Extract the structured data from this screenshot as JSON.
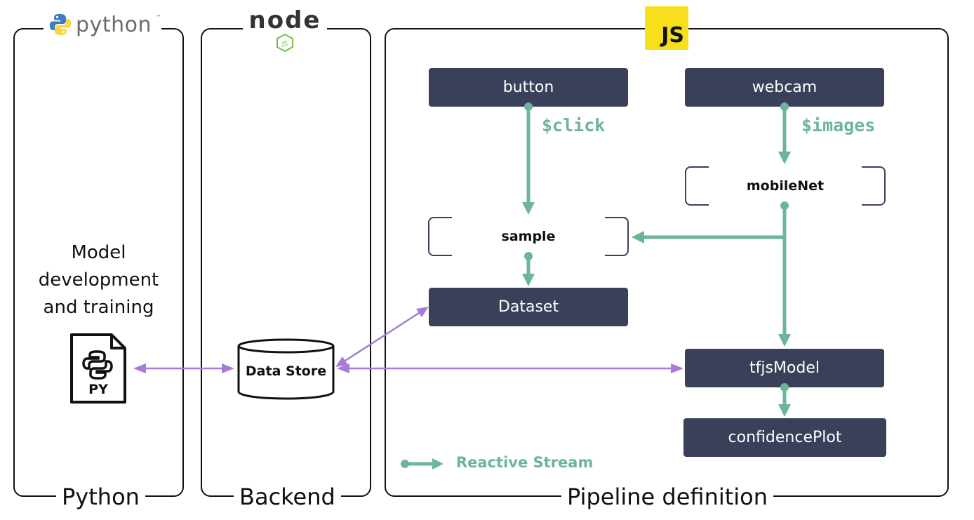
{
  "panels": {
    "python": {
      "label": "Python",
      "logo_text": "python"
    },
    "backend": {
      "label": "Backend",
      "logo_text": "node"
    },
    "pipeline": {
      "label": "Pipeline definition",
      "logo_text": "JS"
    }
  },
  "python_panel": {
    "description": [
      "Model",
      "development",
      "and training"
    ],
    "file_label": "PY"
  },
  "backend_panel": {
    "data_store": "Data Store"
  },
  "pipeline_panel": {
    "nodes": {
      "button": "button",
      "webcam": "webcam",
      "sample": "sample",
      "mobilenet": "mobileNet",
      "dataset": "Dataset",
      "tfjsmodel": "tfjsModel",
      "confidenceplot": "confidencePlot"
    },
    "streams": {
      "click": "$click",
      "images": "$images"
    },
    "legend": "Reactive Stream"
  },
  "colors": {
    "node_fill": "#3b405a",
    "stream": "#6db597",
    "data_link": "#a77bd6",
    "js_logo": "#f7df1e",
    "node_logo": "#333333",
    "python_blue": "#3e7bbf",
    "python_yellow": "#ffd43b"
  }
}
